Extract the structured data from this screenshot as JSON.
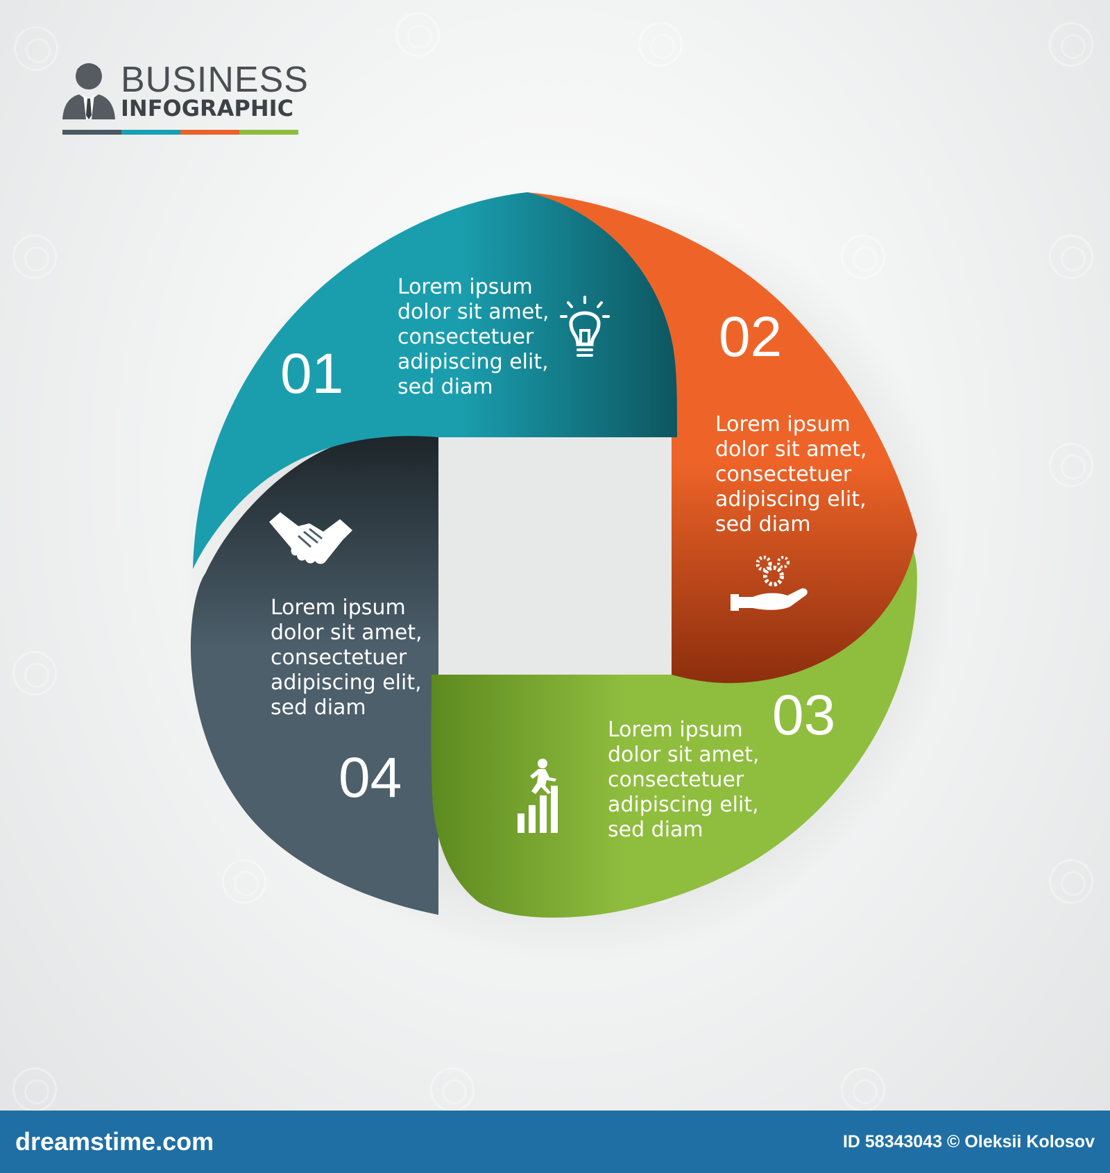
{
  "logo": {
    "title": "BUSINESS",
    "subtitle": "INFOGRAPHIC",
    "icon": "businessman-icon",
    "bar_colors": [
      "#4b5962",
      "#16a0b3",
      "#e8622a",
      "#8bbd3c"
    ]
  },
  "segments": [
    {
      "number": "01",
      "color": "#1a9eae",
      "shade": "#0d5660",
      "icon": "lightbulb-icon",
      "text": [
        "Lorem ipsum",
        "dolor sit amet,",
        "consectetuer",
        "adipiscing elit,",
        "sed diam"
      ]
    },
    {
      "number": "02",
      "color": "#ee6428",
      "shade": "#8c2e0e",
      "icon": "gears-in-hand-icon",
      "text": [
        "Lorem ipsum",
        "dolor sit amet,",
        "consectetuer",
        "adipiscing elit,",
        "sed diam"
      ]
    },
    {
      "number": "03",
      "color": "#8fbd3e",
      "shade": "#5d8a1f",
      "icon": "running-up-chart-icon",
      "text": [
        "Lorem ipsum",
        "dolor sit amet,",
        "consectetuer",
        "adipiscing elit,",
        "sed diam"
      ]
    },
    {
      "number": "04",
      "color": "#4c5f6b",
      "shade": "#1c2428",
      "icon": "handshake-icon",
      "text": [
        "Lorem ipsum",
        "dolor sit amet,",
        "consectetuer",
        "adipiscing elit,",
        "sed diam"
      ]
    }
  ],
  "footer": {
    "site": "dreamstime.com",
    "credit": "ID 58343043 © Oleksii Kolosov",
    "color": "#1f6fa5"
  }
}
